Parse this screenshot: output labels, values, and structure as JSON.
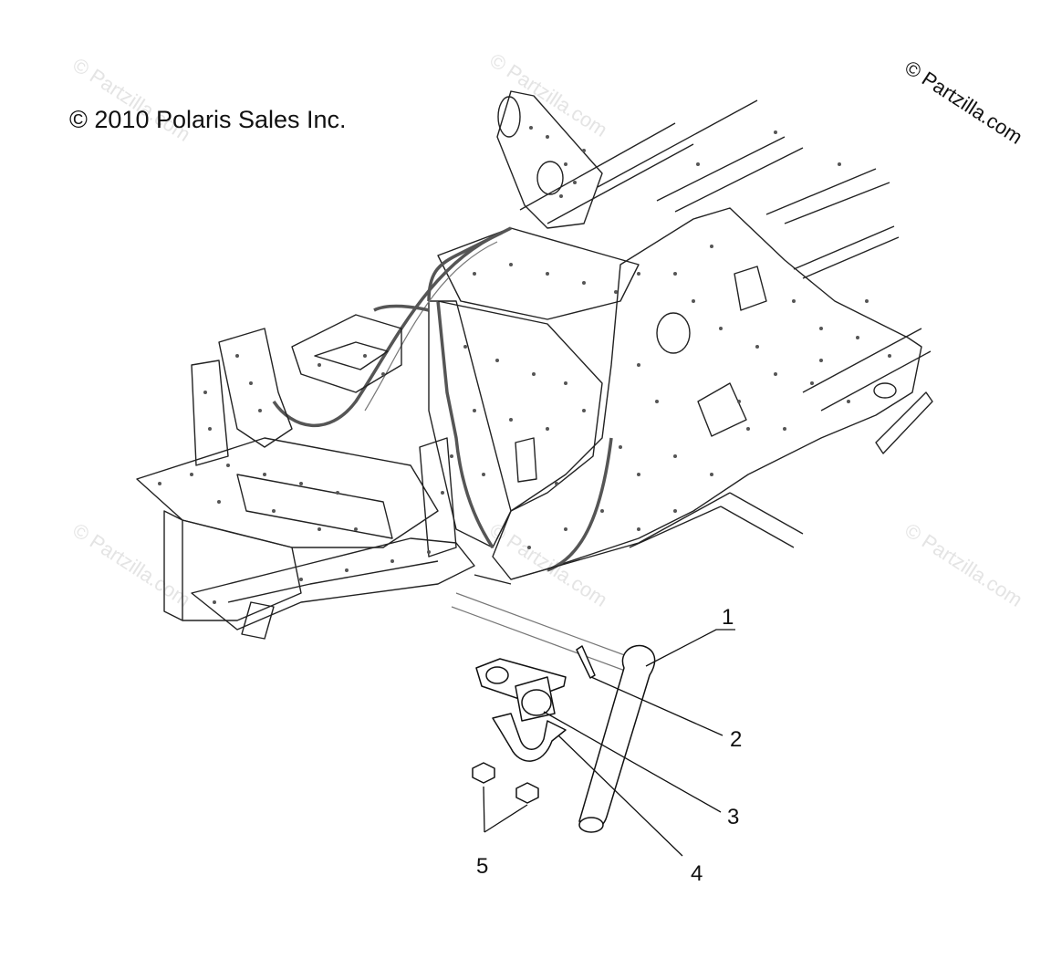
{
  "copyright": "© 2010 Polaris Sales Inc.",
  "corner_watermark": "© Partzilla.com",
  "tiled_watermark": "© Partzilla.com",
  "callouts": [
    {
      "id": "1",
      "label": "1"
    },
    {
      "id": "2",
      "label": "2"
    },
    {
      "id": "3",
      "label": "3"
    },
    {
      "id": "4",
      "label": "4"
    },
    {
      "id": "5",
      "label": "5"
    }
  ]
}
